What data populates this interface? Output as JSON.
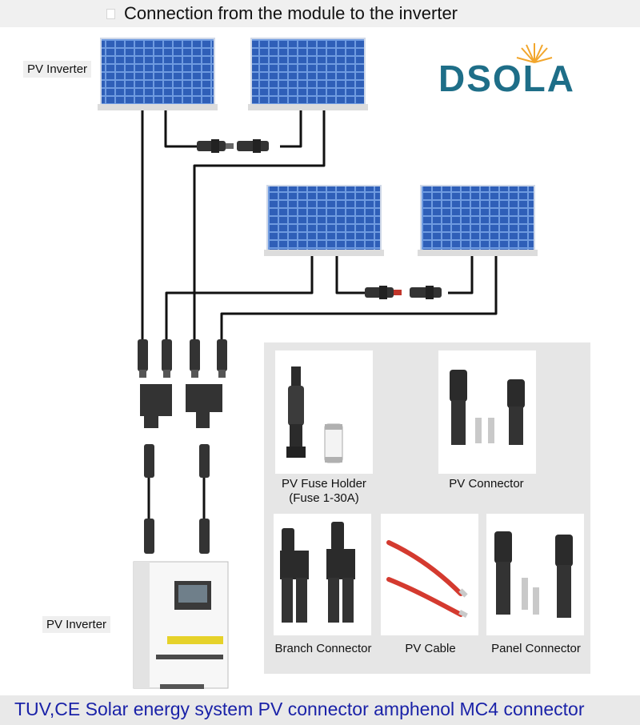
{
  "header": {
    "title": "Connection from the module to the inverter"
  },
  "logo": {
    "text": "DSOLA"
  },
  "labels": {
    "top_inverter": "PV Inverter",
    "bottom_inverter": "PV Inverter"
  },
  "products": [
    {
      "caption": "PV Fuse Holder",
      "caption2": "(Fuse 1-30A)"
    },
    {
      "caption": "PV Connector"
    },
    {
      "caption": "Branch Connector"
    },
    {
      "caption": "PV Cable"
    },
    {
      "caption": "Panel Connector"
    }
  ],
  "footer": {
    "text": "TUV,CE Solar energy system PV connector amphenol MC4 connector"
  },
  "colors": {
    "panel_blue": "#2f5fb8",
    "cable": "#111111",
    "footer_text": "#1a22a8",
    "logo_teal": "#1e6e88",
    "logo_orange": "#f2a62c"
  }
}
